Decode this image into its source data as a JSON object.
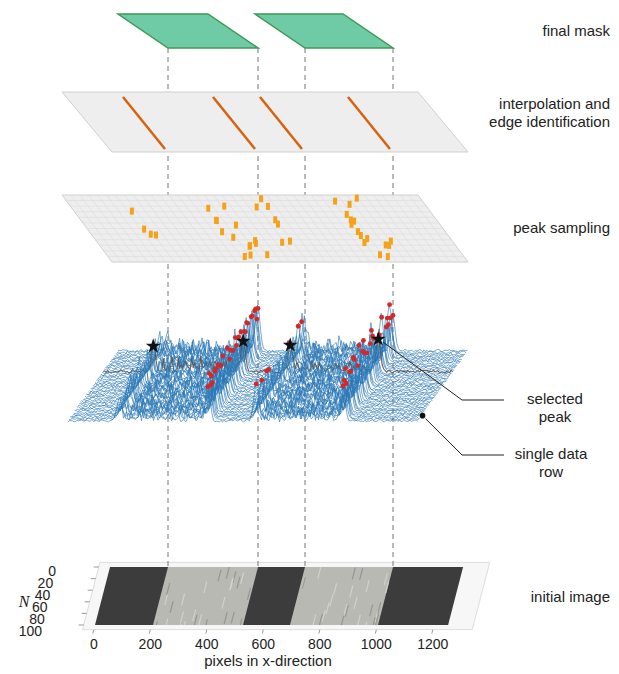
{
  "diagram": {
    "labels": [
      "final mask",
      "interpolation and edge identification",
      "peak sampling",
      "selected peak",
      "single data row",
      "initial image",
      "0",
      "20",
      "40",
      "60",
      "80",
      "100",
      "N",
      "0",
      "200",
      "400",
      "600",
      "800",
      "1000",
      "1200",
      "pixels in x-direction"
    ]
  }
}
